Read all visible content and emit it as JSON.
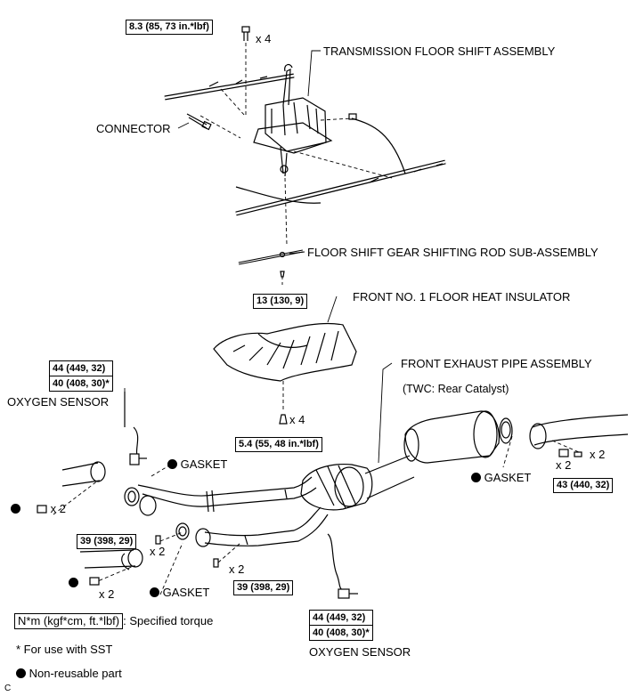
{
  "labels": {
    "transmission": "TRANSMISSION FLOOR SHIFT ASSEMBLY",
    "connector": "CONNECTOR",
    "shift_rod": "FLOOR SHIFT GEAR SHIFTING ROD SUB-ASSEMBLY",
    "heat_insulator": "FRONT NO. 1 FLOOR HEAT INSULATOR",
    "exhaust_pipe": "FRONT EXHAUST PIPE ASSEMBLY",
    "twc": "(TWC: Rear Catalyst)",
    "oxygen_sensor_upper": "OXYGEN SENSOR",
    "oxygen_sensor_lower": "OXYGEN SENSOR",
    "gasket_upper": "GASKET",
    "gasket_lower": "GASKET",
    "gasket_right": "GASKET"
  },
  "torques": {
    "shift_bolts": "8.3 (85, 73 in.*lbf)",
    "rod_nut": "13 (130, 9)",
    "insulator_nuts": "5.4 (55, 48 in.*lbf)",
    "sensor_upper_a": "44 (449, 32)",
    "sensor_upper_b": "40 (408, 30)*",
    "sensor_lower_a": "44 (449, 32)",
    "sensor_lower_b": "40 (408, 30)*",
    "flange_left_upper": "39 (398, 29)",
    "flange_left_lower": "39 (398, 29)",
    "flange_right": "43 (440, 32)"
  },
  "quantities": {
    "shift_bolts": "x 4",
    "insulator_nuts": "x 4",
    "nut_left_upper": "x 2",
    "nut_left_lower": "x 2",
    "bolt_flange_upper": "x 2",
    "bolt_flange_lower": "x 2",
    "right_nuts": "x 2",
    "right_bolts": "x 2"
  },
  "legend": {
    "torque_unit": "N*m (kgf*cm, ft.*lbf)",
    "torque_desc": ": Specified torque",
    "sst_note": "* For use with SST",
    "nonreusable": "Non-reusable part"
  },
  "corner_code": "C"
}
